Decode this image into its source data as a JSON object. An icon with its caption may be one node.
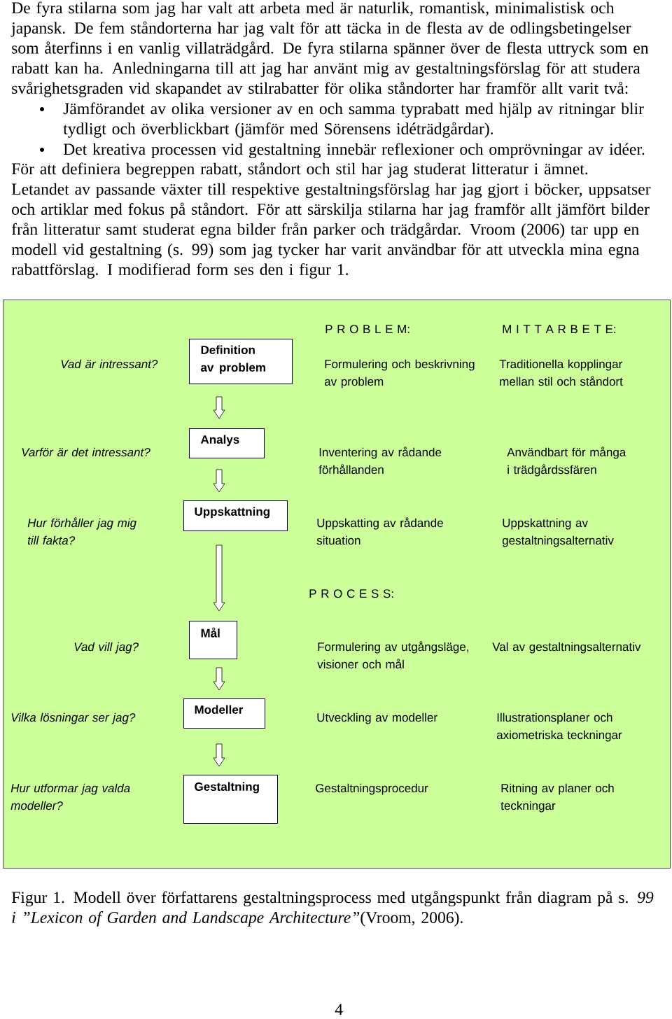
{
  "diagram": {
    "caption": "Figur 1. Modell över författarens gestaltningsprocess med utgångspunkt från diagram på s. *99 i ”Lexicon of Garden and Landscape Architecture”*(Vroom, 2006).",
    "nodes": [
      {
        "text": [],
        "shape": "box"
      },
      {
        "text": [
          "Definition av problem"
        ],
        "in": 0
      },
      {
        "text": [
          "Analys"
        ],
        "in": 0
      },
      {
        "text": [
          "Uppskattning"
        ],
        "in": 0
      },
      {
        "text": [
          "Mål"
        ],
        "in": 0
      },
      {
        "text": [
          "Modeller"
        ],
        "in": 0
      },
      {
        "text": [
          "Gestaltning"
        ],
        "in": 0
      }
    ],
    "edges": [
      {
        "from": 1,
        "to": 2,
        "arrow": "to"
      },
      {
        "from": 2,
        "to": 3,
        "arrow": "to"
      },
      {
        "from": 3,
        "to": 4,
        "arrow": "to"
      },
      {
        "from": 4,
        "to": 5,
        "arrow": "to"
      },
      {
        "from": 5,
        "to": 6,
        "arrow": "to"
      }
    ],
    "labels": [
      "De fyra stilarna som jag har valt att arbeta med är naturlik, romantisk, minimalistisk och japansk. De fem ståndorterna har jag valt för att täcka in de flesta av de odlingsbetingelser som återfinns i en vanlig villaträdgård. De fyra stilarna spänner över de flesta uttryck som en rabatt kan ha. Anledningarna till att jag har använt mig av gestaltningsförslag för att studera svårighetsgraden vid skapandet av stilrabatter för olika ståndorter har framför allt varit två:",
      "Jämförandet av olika versioner av en och samma typrabatt med hjälp av ritningar blir tydligt och överblickbart (jämför med Sörensens idéträdgårdar).",
      "Det kreativa processen vid gestaltning innebär reflexioner och omprövningar av idéer.",
      "För att definiera begreppen rabatt, ståndort och stil har jag studerat litteratur i ämnet.",
      "Letandet av passande växter till respektive gestaltningsförslag har jag gjort i böcker, uppsatser och artiklar med fokus på ståndort. För att särskilja stilarna har jag framför allt jämfört bilder från litteratur samt studerat egna bilder från parker och trädgårdar. Vroom (2006) tar upp en modell vid gestaltning (s. 99) som jag tycker har varit användbar för att utveckla mina egna rabattförslag. I modifierad form ses den i figur 1.",
      "P R O B L E M:",
      "M I T T A R B E T E:",
      "Vad är intressant?",
      "Formulering och beskrivning av problem",
      "Traditionella kopplingar mellan stil och ståndort",
      "Varför är det intressant?",
      "Inventering av rådande förhållanden",
      "Användbart för många i trädgårdssfären",
      "Hur förhåller jag mig till fakta?",
      "Uppskatting av rådande situation",
      "Uppskattning av gestaltningsalternativ",
      "P R O C E S S:",
      "Vad vill jag?",
      "Formulering av utgångsläge, visioner och mål",
      "Val av gestaltningsalternativ",
      "Vilka lösningar ser jag?",
      "Utveckling av modeller",
      "Illustrationsplaner och axiometriska teckningar",
      "Hur utformar jag valda modeller?",
      "Gestaltningsprocedur",
      "Ritning av planer och teckningar",
      "4"
    ]
  }
}
